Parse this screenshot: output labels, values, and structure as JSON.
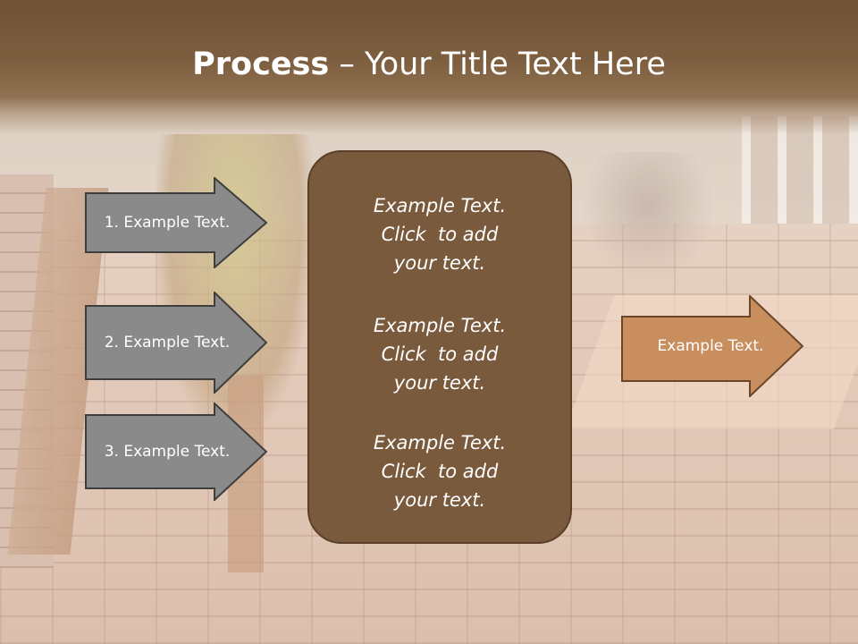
{
  "slide": {
    "title_bold": "Process",
    "title_rest": " – Your Title Text Here"
  },
  "left_arrows": [
    {
      "label": "1. Example Text."
    },
    {
      "label": "2. Example Text."
    },
    {
      "label": "3. Example Text."
    }
  ],
  "center_blocks": [
    {
      "line1": "Example Text.",
      "line2": "Click  to add",
      "line3": "your text."
    },
    {
      "line1": "Example Text.",
      "line2": "Click  to add",
      "line3": "your text."
    },
    {
      "line1": "Example Text.",
      "line2": "Click  to add",
      "line3": "your text."
    }
  ],
  "right_arrow": {
    "label": "Example Text."
  },
  "colors": {
    "title_band": "#7d5f40",
    "left_arrow_fill": "#8a8a8a",
    "center_box_fill": "#7a5a3c",
    "right_arrow_fill": "#c98e5e"
  }
}
